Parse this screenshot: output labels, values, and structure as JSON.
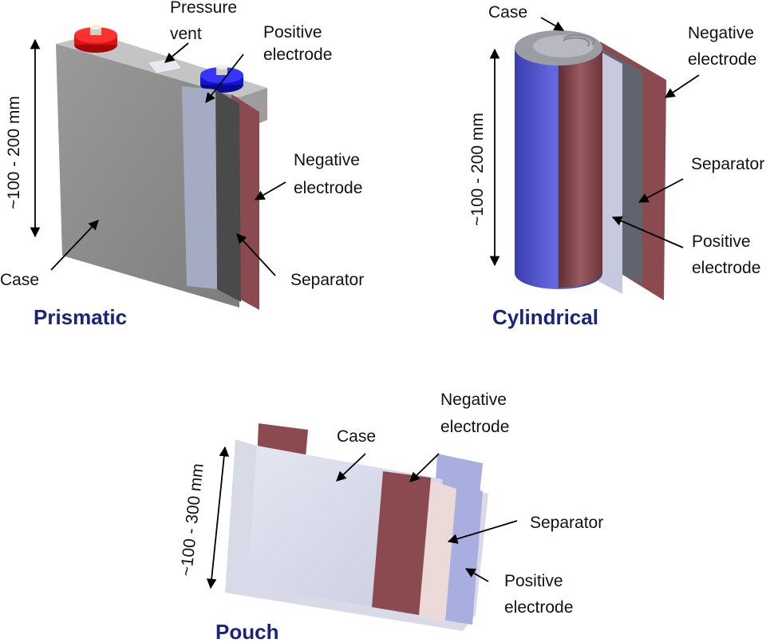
{
  "prismatic": {
    "title": "Prismatic",
    "dimension": "~100 - 200 mm",
    "labels": {
      "pressure_vent_line1": "Pressure",
      "pressure_vent_line2": "vent",
      "positive_line1": "Positive",
      "positive_line2": "electrode",
      "negative_line1": "Negative",
      "negative_line2": "electrode",
      "separator": "Separator",
      "case": "Case"
    }
  },
  "cylindrical": {
    "title": "Cylindrical",
    "dimension": "~100 - 200 mm",
    "labels": {
      "case": "Case",
      "negative_line1": "Negative",
      "negative_line2": "electrode",
      "separator": "Separator",
      "positive_line1": "Positive",
      "positive_line2": "electrode"
    }
  },
  "pouch": {
    "title": "Pouch",
    "dimension": "~100 - 300 mm",
    "labels": {
      "case": "Case",
      "negative_line1": "Negative",
      "negative_line2": "electrode",
      "separator": "Separator",
      "positive_line1": "Positive",
      "positive_line2": "electrode"
    }
  },
  "colors": {
    "title": "#1a237e",
    "case_gray": "#8c8c8c",
    "negative_electrode": "#8a4a4f",
    "positive_electrode": "#9fa3c9",
    "separator": "#555555",
    "terminal_positive": "#e01010",
    "terminal_negative": "#1515d0",
    "cylinder_case": "#4a4cc8"
  }
}
